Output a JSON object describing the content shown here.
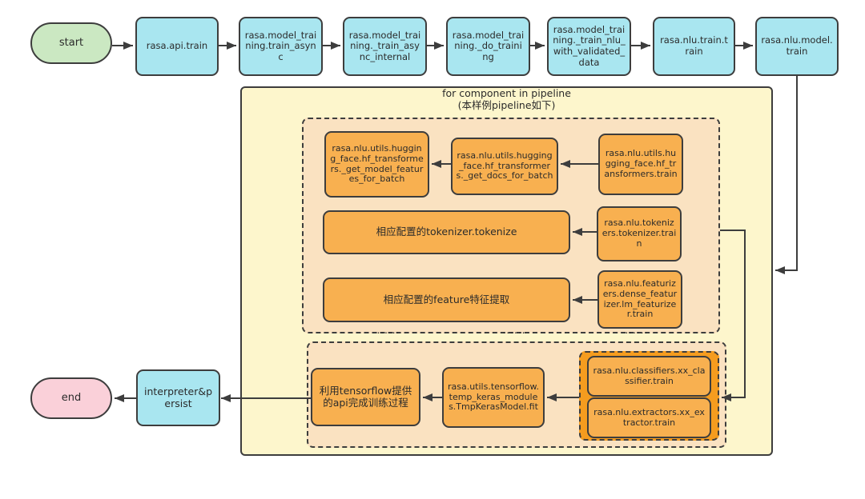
{
  "colors": {
    "border": "#3d3d3d",
    "process_fill": "#a9e6f0",
    "start_fill": "#cbe8c2",
    "end_fill": "#fad0d9",
    "loop_fill": "#fdf6cc",
    "phase_fill": "#fae2c1",
    "step_fill": "#f8b050",
    "group_fill": "#f59c1f"
  },
  "title": {
    "line1": "for component in pipeline",
    "line2": "(本样例pipeline如下)"
  },
  "nodes": {
    "start": "start",
    "api_train": "rasa.api.train",
    "train_async": "rasa.model_training.train_async",
    "train_async_internal": "rasa.model_training._train_async_internal",
    "do_training": "rasa.model_training._do_training",
    "train_nlu_with_validated_data": "rasa.model_training._train_nlu_with_validated_data",
    "nlu_train": "rasa.nlu.train.train",
    "nlu_model_train": "rasa.nlu.model.train",
    "get_model_features_for_batch": "rasa.nlu.utils.hugging_face.hf_transformers._get_model_features_for_batch",
    "get_docs_for_batch": "rasa.nlu.utils.hugging_face.hf_transformers._get_docs_for_batch",
    "hf_transformers_train": "rasa.nlu.utils.hugging_face.hf_transformers.train",
    "tokenizer_tokenize": "相应配置的tokenizer.tokenize",
    "tokenizer_train": "rasa.nlu.tokenizers.tokenizer.train",
    "feature_extract": "相应配置的feature特征提取",
    "lm_featurizer_train": "rasa.nlu.featurizers.dense_featurizer.lm_featurizer.train",
    "ellipsis_left": "......",
    "ellipsis_mid": "......",
    "ellipsis_right": "......",
    "tensorflow_api_train": "利用tensorflow提供的api完成训练过程",
    "tmp_keras_model_fit": "rasa.utils.tensorflow.temp_keras_modules.TmpKerasModel.fit",
    "xx_classifier_train": "rasa.nlu.classifiers.xx_classifier.train",
    "xx_extractor_train": "rasa.nlu.extractors.xx_extractor.train",
    "interpreter_persist": "interpreter&persist",
    "end": "end"
  }
}
